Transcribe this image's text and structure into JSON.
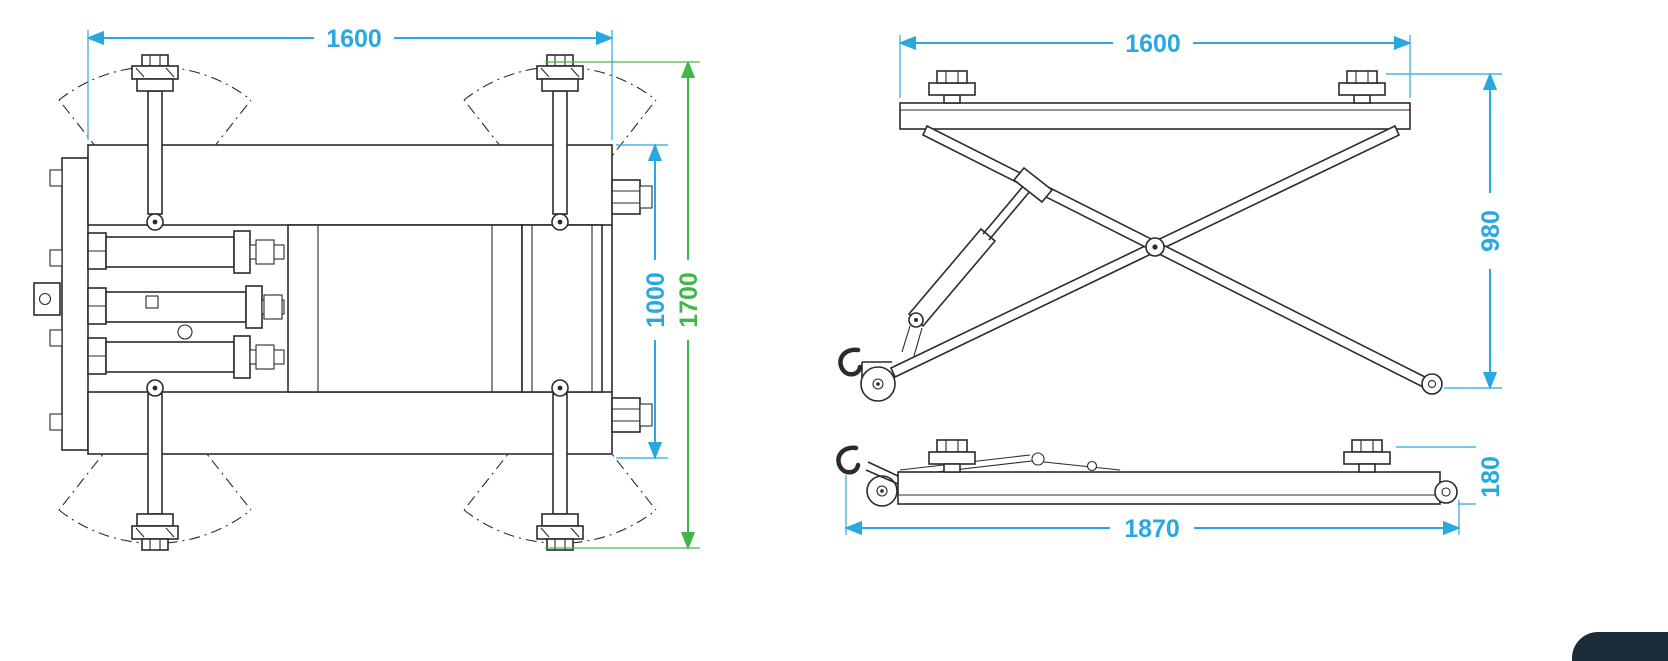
{
  "page": {
    "background": "#ffffff"
  },
  "drawing": {
    "title": "Scissor lift technical drawing - top view and side views (raised / lowered)",
    "colors": {
      "outline": "#2b2b2b",
      "dimension_primary": "#29a8e0",
      "dimension_secondary": "#43b649",
      "corner_card": "#1d2c39"
    },
    "top_view": {
      "dim_width": "1600",
      "dim_inner": "1000",
      "dim_overall": "1700"
    },
    "side_raised": {
      "dim_width": "1600",
      "dim_height": "980"
    },
    "side_lowered": {
      "dim_height": "180",
      "dim_length": "1870"
    }
  }
}
